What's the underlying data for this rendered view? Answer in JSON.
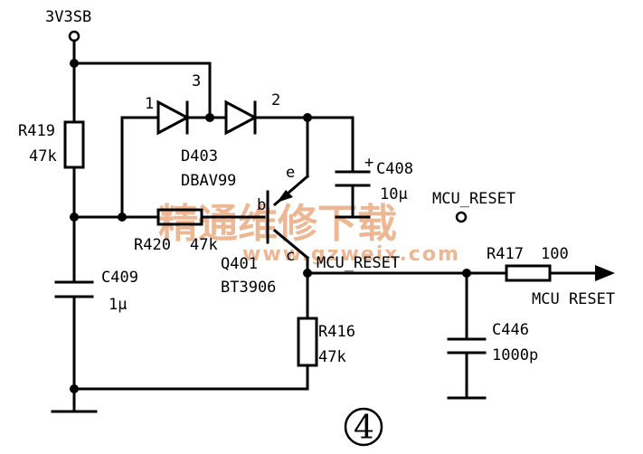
{
  "supply": "3V3SB",
  "r419": {
    "ref": "R419",
    "value": "47k"
  },
  "d403": {
    "ref": "D403",
    "part": "DBAV99",
    "pin1": "1",
    "pin2": "2",
    "pin3": "3"
  },
  "c408": {
    "ref": "C408",
    "value": "10µ",
    "polarity": "+"
  },
  "q401": {
    "ref": "Q401",
    "part": "BT3906",
    "emitter": "e",
    "base": "b",
    "collector": "c"
  },
  "r420": {
    "ref": "R420",
    "value": "47k"
  },
  "c409": {
    "ref": "C409",
    "value": "1µ"
  },
  "r416": {
    "ref": "R416",
    "value": "47k"
  },
  "r417": {
    "ref": "R417",
    "value": "100"
  },
  "c446": {
    "ref": "C446",
    "value": "1000p"
  },
  "nets": {
    "mcu_reset_top": "MCU_RESET",
    "mcu_reset_mid": "MCU_RESET",
    "mcu_reset_out": "MCU RESET"
  },
  "figure_number": "4",
  "watermark": {
    "cn": "精通维修下载",
    "url": "www.gzweix.com"
  },
  "colors": {
    "ink": "#000000",
    "watermark": "#e9a070"
  }
}
